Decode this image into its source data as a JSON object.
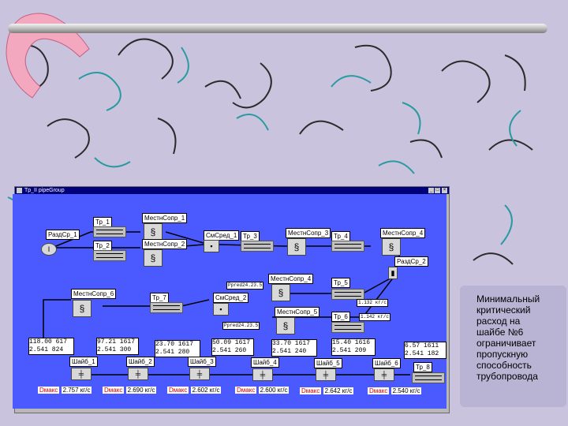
{
  "window": {
    "title": "Tp_II pipeGroup",
    "minimize": "_",
    "maximize": "□",
    "close": "×"
  },
  "labels": {
    "tr1": "Тр_1",
    "mest1": "МестнСопр_1",
    "razd1": "РаздСр_1",
    "tr2": "Тр_2",
    "mest2": "МестнСопр_2",
    "smsred1": "СмСред_1",
    "tr3": "Тр_3",
    "mest3": "МестнСопр_3",
    "tr4": "Тр_4",
    "mest4top": "МестнСопр_4",
    "razd2": "РаздСр_2",
    "mest4mid": "МестнСопр_4",
    "tr5": "Тр_5",
    "mest6": "МестнСопр_6",
    "tr7": "Тр_7",
    "smsred2": "СмСред_2",
    "mest5": "МестнСопр_5",
    "tr6": "Тр_6",
    "wash1": "Шайб_1",
    "wash2": "Шайб_2",
    "wash3": "Шайб_3",
    "wash4": "Шайб_4",
    "wash5": "Шайб_5",
    "wash6": "Шайб_6",
    "tr8": "Тр_8"
  },
  "notes": {
    "n1": "Ppred24.23.5",
    "n2": "1.132 кг/с",
    "n3": "1.142 кг/с",
    "n4": "Ppred24.23.5"
  },
  "data_boxes": [
    {
      "row1": "118.00 617",
      "row2": "2.541  824"
    },
    {
      "row1": "97.21 1617",
      "row2": "2.541  300"
    },
    {
      "row1": "23.70 1617",
      "row2": "2.541  280"
    },
    {
      "row1": "50.09 1617",
      "row2": "2.541  260"
    },
    {
      "row1": "33.70 1617",
      "row2": "2.541  240"
    },
    {
      "row1": "15.40 1616",
      "row2": "2.541  209"
    },
    {
      "row1": "6.57  1611",
      "row2": "2.541  182"
    }
  ],
  "dmax": [
    {
      "key": "Dмакс",
      "val": "2.757 кг/с"
    },
    {
      "key": "Dмакс",
      "val": "2.690 кг/с"
    },
    {
      "key": "Dмакс",
      "val": "2.602 кг/с"
    },
    {
      "key": "Dмакс",
      "val": "2.600 кг/с"
    },
    {
      "key": "Dмакс",
      "val": "2.642 кг/с"
    },
    {
      "key": "Dмакс",
      "val": "2.540 кг/с"
    }
  ],
  "side_text": "Минимальный\nкритический\nрасход на\nшайбе №6\nограничивает\nпропускную\nспособность\nтрубопровода",
  "colors": {
    "background": "#c9c3de",
    "diagram_bg": "#4a5aff",
    "title_bar": "#00007a",
    "dmax_key": "#d80000",
    "pink_hook": "#f4a8c0"
  }
}
